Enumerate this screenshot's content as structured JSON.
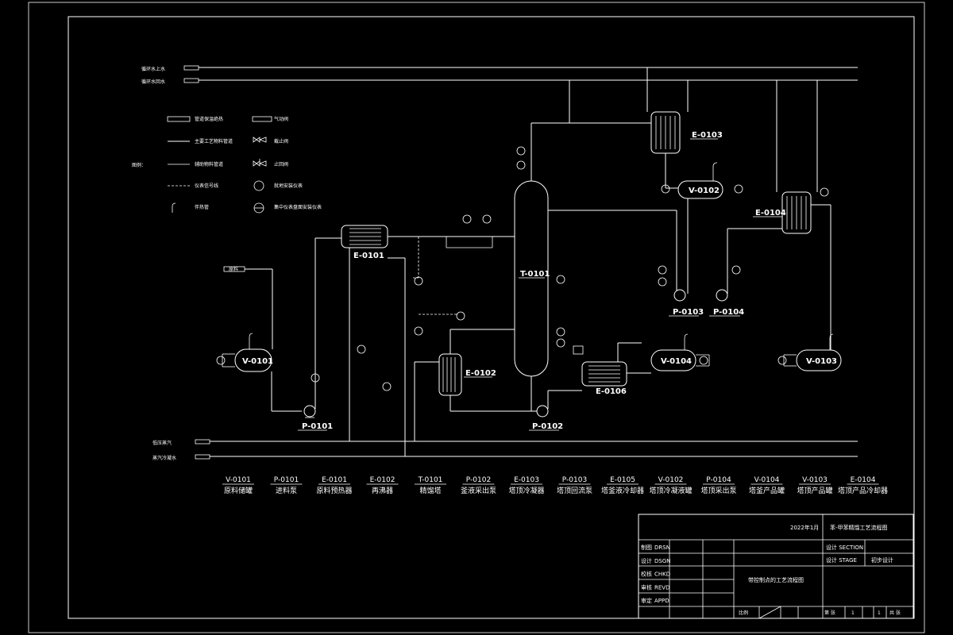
{
  "utilities": {
    "circ_water_supply": "循环水上水",
    "circ_water_return": "循环水回水",
    "low_pressure_steam": "低压蒸汽",
    "steam_condensate": "蒸汽冷凝水"
  },
  "legend": {
    "main_label": "图例：",
    "items": [
      "管道保温绝热",
      "主要工艺物料管道",
      "辅助物料管道",
      "仪表信号线",
      "伴热管",
      "截止阀",
      "止回阀",
      "气动阀",
      "就地安装仪表",
      "集中仪表盘面安装仪表"
    ]
  },
  "feed_label": "原料",
  "equipment_tags": {
    "V0101": "V-0101",
    "P0101": "P-0101",
    "E0101": "E-0101",
    "E0102": "E-0102",
    "T0101": "T-0101",
    "P0102": "P-0102",
    "E0106": "E-0106",
    "V0104": "V-0104",
    "E0103": "E-0103",
    "V0102": "V-0102",
    "P0103": "P-0103",
    "P0104": "P-0104",
    "E0104": "E-0104",
    "V0103": "V-0103"
  },
  "equipment_list": [
    {
      "tag": "V-0101",
      "name": "原料储罐"
    },
    {
      "tag": "P-0101",
      "name": "进料泵"
    },
    {
      "tag": "E-0101",
      "name": "原料预热器"
    },
    {
      "tag": "E-0102",
      "name": "再沸器"
    },
    {
      "tag": "T-0101",
      "name": "精馏塔"
    },
    {
      "tag": "P-0102",
      "name": "釜液采出泵"
    },
    {
      "tag": "E-0103",
      "name": "塔顶冷凝器"
    },
    {
      "tag": "P-0103",
      "name": "塔顶回流泵"
    },
    {
      "tag": "E-0105",
      "name": "塔釜液冷却器"
    },
    {
      "tag": "V-0102",
      "name": "塔顶冷凝液罐"
    },
    {
      "tag": "P-0104",
      "name": "塔顶采出泵"
    },
    {
      "tag": "V-0104",
      "name": "塔釜产品罐"
    },
    {
      "tag": "V-0103",
      "name": "塔顶产品罐"
    },
    {
      "tag": "E-0104",
      "name": "塔顶产品冷却器"
    }
  ],
  "title_block": {
    "date": "2022年1月",
    "drawing_title": "苯-甲苯精馏工艺流程图",
    "rows": [
      {
        "role": "制图",
        "en": "DRSN"
      },
      {
        "role": "设计",
        "en": "DSGN"
      },
      {
        "role": "校核",
        "en": "CHKD"
      },
      {
        "role": "审核",
        "en": "REVD"
      },
      {
        "role": "审定",
        "en": "APPD"
      }
    ],
    "section_label": "设计 SECTION",
    "stage_label": "设计 STAGE",
    "stage_value": "初步设计",
    "sub_title": "带控制点的工艺流程图",
    "scale_label": "比例",
    "sheet_label": "第 张",
    "sheet_num": "1",
    "sheet_total": "1",
    "total_label": "共 张"
  }
}
